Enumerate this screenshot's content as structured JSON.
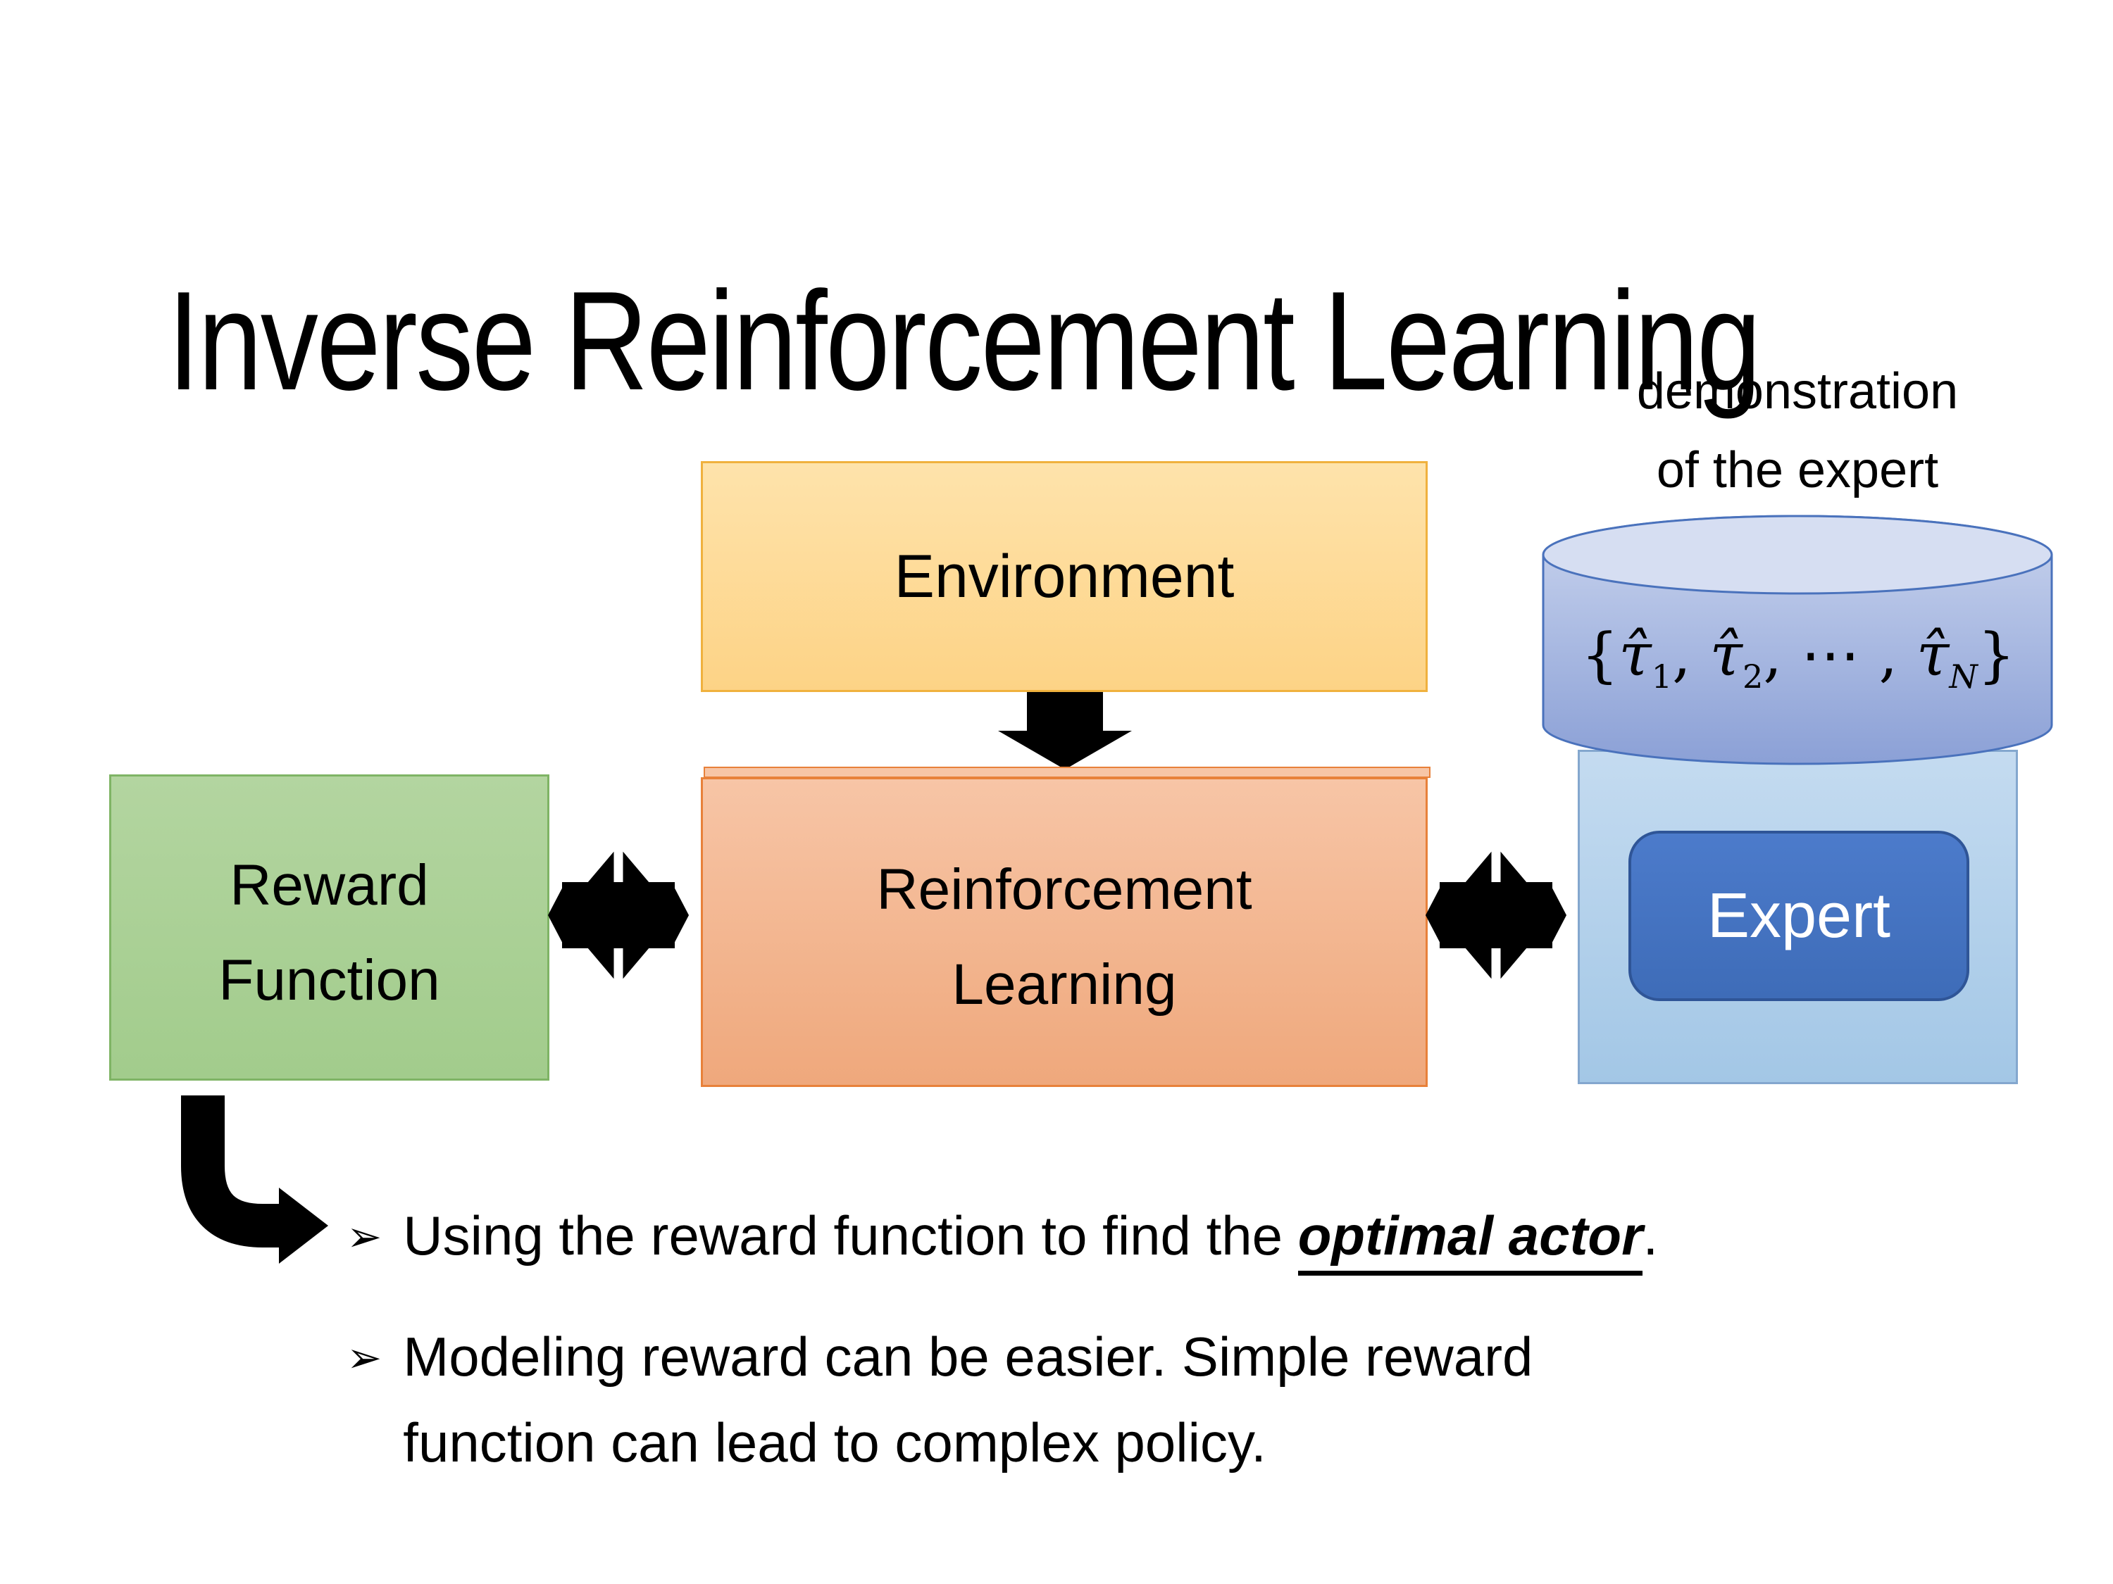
{
  "title": "Inverse Reinforcement Learning",
  "annotation": {
    "line1": "demonstration",
    "line2": "of the expert"
  },
  "environment": {
    "label": "Environment"
  },
  "reward": {
    "line1": "Reward",
    "line2": "Function"
  },
  "rl": {
    "line1": "Reinforcement",
    "line2": "Learning"
  },
  "expert": {
    "label": "Expert"
  },
  "formula": {
    "open": "{",
    "tau1": "τ̂",
    "sub1": "1",
    "comma1": ", ",
    "tau2": "τ̂",
    "sub2": "2",
    "comma2": ", ",
    "dots": "⋯",
    "comma3": " , ",
    "tau3": "τ̂",
    "subN": "N",
    "close": "}"
  },
  "bullets": {
    "marker": "➢",
    "item1": {
      "pre": "Using the reward function to find the ",
      "emphasis": "optimal actor",
      "post": "."
    },
    "item2": {
      "line1": "Modeling reward can be easier. Simple reward",
      "line2": "function can lead to complex policy."
    }
  },
  "colors": {
    "env_border": "#F0B13E",
    "env_top": "#FEE3AB",
    "env_bottom": "#FDD386",
    "reward_border": "#7FB465",
    "reward_top": "#B3D5A0",
    "reward_bottom": "#A2CC8C",
    "rl_border": "#E8813A",
    "rl_top": "#F7C5A6",
    "rl_bottom": "#EFA87C",
    "container_border": "#84A7CE",
    "container_top": "#C4DBF0",
    "container_bottom": "#A3C7E6",
    "cyl_border": "#4A72BC",
    "cyl_top": "#C9D4EE",
    "cyl_bottom": "#8BA0D6",
    "cyl_cap": "#D6DEF2",
    "expert_border": "#2F5597",
    "expert_top": "#4C7BCB",
    "expert_bottom": "#3E6CB8",
    "ink": "#000000"
  }
}
